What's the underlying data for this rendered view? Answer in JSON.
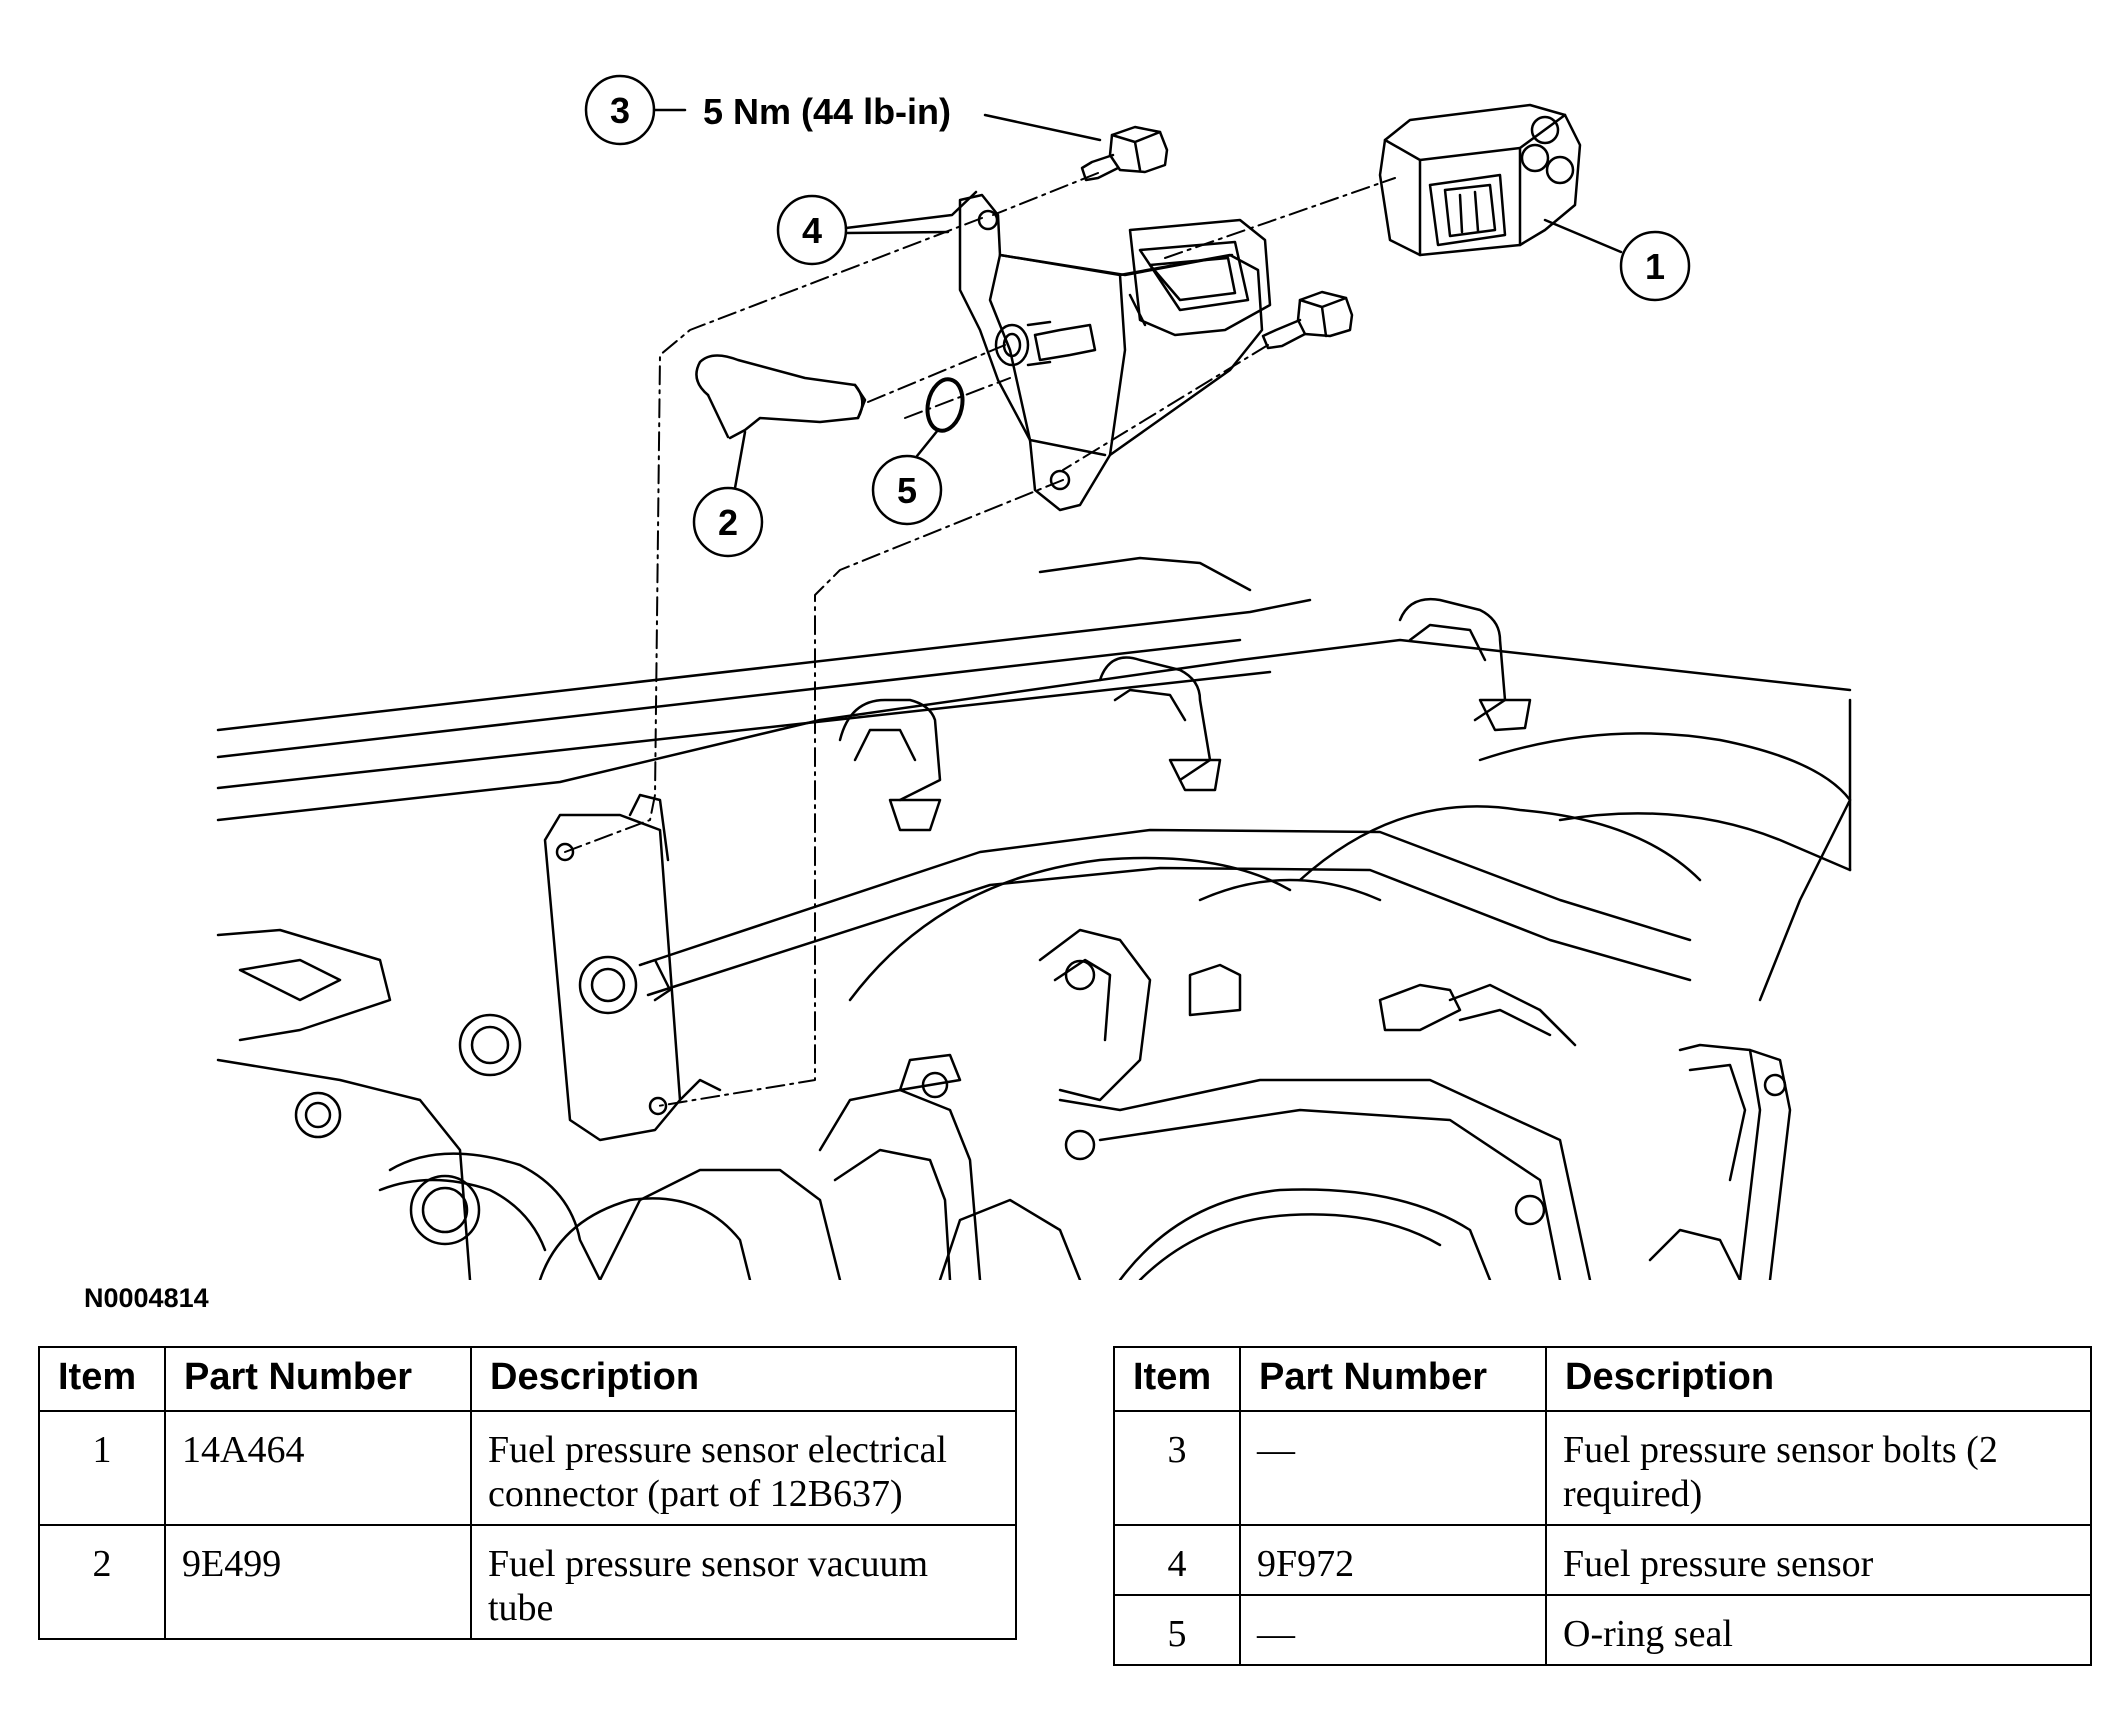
{
  "figure": {
    "id": "N0004814",
    "torque_spec": "5 Nm (44 lb-in)",
    "callouts": [
      "1",
      "2",
      "3",
      "4",
      "5"
    ]
  },
  "table_headers": {
    "item": "Item",
    "part_number": "Part Number",
    "description": "Description"
  },
  "parts_left": [
    {
      "item": "1",
      "part_number": "14A464",
      "description": "Fuel pressure sensor electrical connector (part of 12B637)"
    },
    {
      "item": "2",
      "part_number": "9E499",
      "description": "Fuel pressure sensor vacuum tube"
    }
  ],
  "parts_right": [
    {
      "item": "3",
      "part_number": "—",
      "description": "Fuel pressure sensor bolts (2 required)"
    },
    {
      "item": "4",
      "part_number": "9F972",
      "description": "Fuel pressure sensor"
    },
    {
      "item": "5",
      "part_number": "—",
      "description": "O-ring seal"
    }
  ]
}
